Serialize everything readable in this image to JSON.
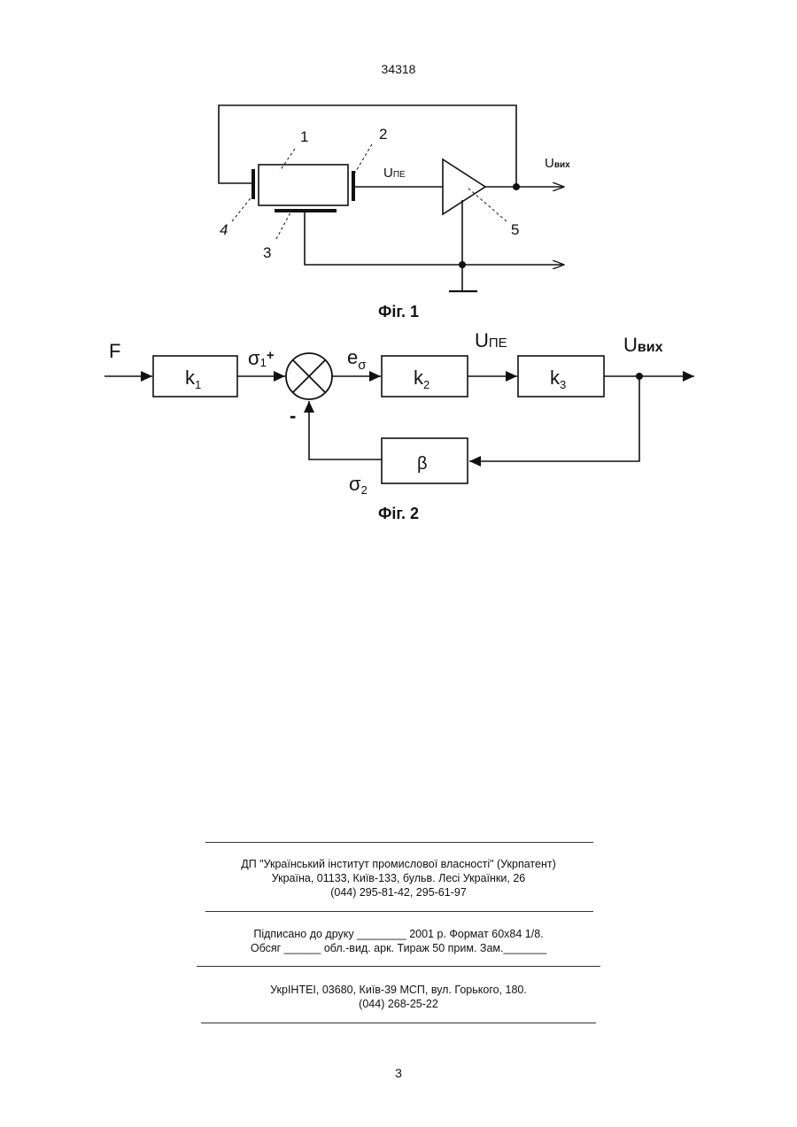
{
  "header": {
    "doc_number": "34318"
  },
  "fig1": {
    "labels": {
      "l1": "1",
      "l2": "2",
      "l3": "3",
      "l4": "4",
      "l5": "5"
    },
    "u_pe_main": "U",
    "u_pe_sub": "ПЕ",
    "u_out_main": "U",
    "u_out_sub": "вих",
    "caption": "Фіг. 1"
  },
  "fig2": {
    "input": "F",
    "k1_main": "k",
    "k1_sub": "1",
    "k2_main": "k",
    "k2_sub": "2",
    "k3_main": "k",
    "k3_sub": "3",
    "beta": "β",
    "sigma1_main": "σ",
    "sigma1_sub": "1",
    "sigma1_sign": "+",
    "minus_sign": "-",
    "e_main": "e",
    "e_sub": "σ",
    "u_pe_main": "U",
    "u_pe_sub": "ПЕ",
    "u_out_main": "U",
    "u_out_sub": "вих",
    "sigma2_main": "σ",
    "sigma2_sub": "2",
    "caption": "Фіг. 2"
  },
  "imprint": {
    "block1": [
      "ДП \"Український інститут промислової власності\" (Укрпатент)",
      "Україна, 01133, Київ-133, бульв. Лесі Українки, 26",
      "(044) 295-81-42, 295-61-97"
    ],
    "block2": [
      "Підписано до друку ________ 2001 р.    Формат 60х84 1/8.",
      "Обсяг ______ обл.-вид. арк.   Тираж 50 прим.    Зам._______"
    ],
    "block3": [
      "УкрІНТЕІ, 03680, Київ-39 МСП, вул. Горького, 180.",
      "(044) 268-25-22"
    ]
  },
  "footer": {
    "page_number": "3"
  }
}
